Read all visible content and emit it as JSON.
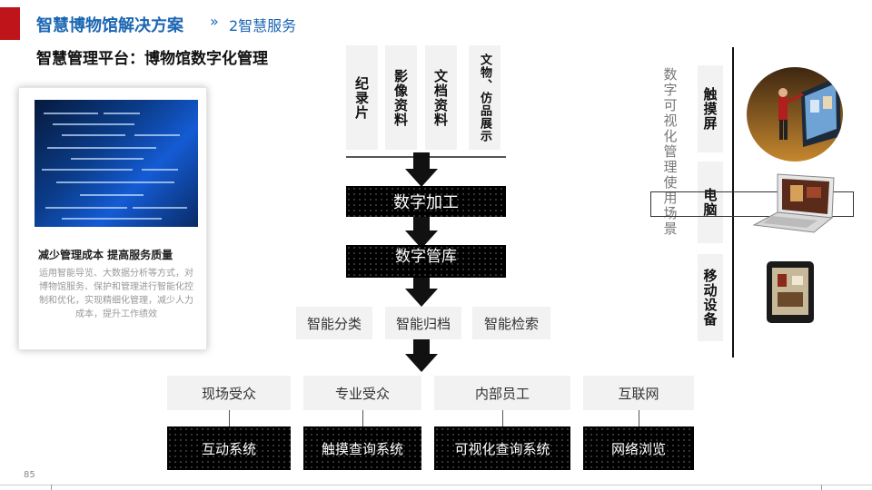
{
  "header": {
    "title": "智慧博物馆解决方案",
    "separator": "»",
    "section": "2智慧服务"
  },
  "subtitle": "智慧管理平台：博物馆数字化管理",
  "card": {
    "heading": "减少管理成本 提高服务质量",
    "description": "运用智能导览、大数据分析等方式，对博物馆服务、保护和管理进行智能化控制和优化，实现精细化管理，减少人力成本，提升工作绩效"
  },
  "sources": [
    "纪录片",
    "影像资料",
    "文档资料",
    "文物、仿品展示"
  ],
  "process": [
    "数字加工",
    "数字管库"
  ],
  "functions": [
    "智能分类",
    "智能归档",
    "智能检索"
  ],
  "audiences": [
    "现场受众",
    "专业受众",
    "内部员工",
    "互联网"
  ],
  "systems": [
    "互动系统",
    "触摸查询系统",
    "可视化查询系统",
    "网络浏览"
  ],
  "usage_scene": "数字可视化管理使用场景",
  "devices": [
    "触摸屏",
    "电脑",
    "移动设备"
  ],
  "page_number": "85",
  "colors": {
    "accent_red": "#c0141b",
    "title_blue": "#1b66b3",
    "box_black": "#000000",
    "box_gray": "#f2f2f2"
  }
}
